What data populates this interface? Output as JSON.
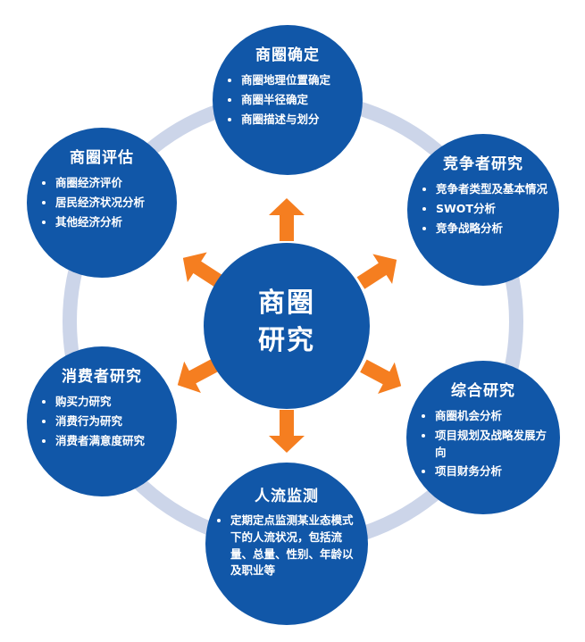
{
  "diagram": {
    "type": "hub-spoke",
    "center": {
      "title_line1": "商圈",
      "title_line2": "研究"
    },
    "nodes": [
      {
        "id": "top",
        "title": "商圈确定",
        "bullets": [
          "商圈地理位置确定",
          "商圈半径确定",
          "商圈描述与划分"
        ]
      },
      {
        "id": "top-right",
        "title": "竞争者研究",
        "bullets": [
          "竞争者类型及基本情况",
          "SWOT分析",
          "竞争战略分析"
        ]
      },
      {
        "id": "bottom-right",
        "title": "综合研究",
        "bullets": [
          "商圈机会分析",
          "项目规划及战略发展方向",
          "项目财务分析"
        ]
      },
      {
        "id": "bottom",
        "title": "人流监测",
        "bullets": [
          "定期定点监测某业态模式下的人流状况，包括流量、总量、性别、年龄以及职业等"
        ]
      },
      {
        "id": "bottom-left",
        "title": "消费者研究",
        "bullets": [
          "购买力研究",
          "消费行为研究",
          "消费者满意度研究"
        ]
      },
      {
        "id": "top-left",
        "title": "商圈评估",
        "bullets": [
          "商圈经济评价",
          "居民经济状况分析",
          "其他经济分析"
        ]
      }
    ],
    "colors": {
      "circle_blue": "#1157a8",
      "ring_gray_blue": "#ccd5e9",
      "arrow_orange": "#f57e20",
      "text_white": "#ffffff",
      "background": "#ffffff"
    }
  }
}
